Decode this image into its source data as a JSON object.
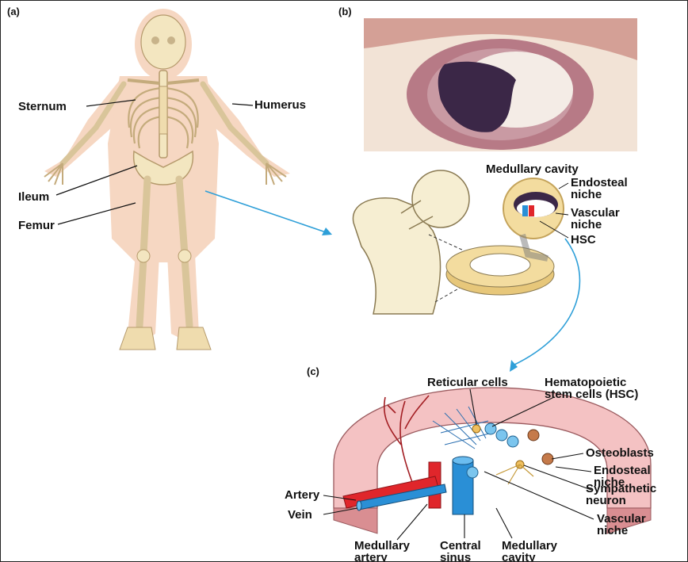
{
  "panels": {
    "a": "(a)",
    "b": "(b)",
    "c": "(c)"
  },
  "skeleton_labels": {
    "sternum": "Sternum",
    "humerus": "Humerus",
    "ileum": "Ileum",
    "femur": "Femur"
  },
  "bone_labels": {
    "medullary_cavity": "Medullary cavity",
    "endosteal_niche": "Endosteal\nniche",
    "vascular_niche": "Vascular\nniche",
    "hsc": "HSC"
  },
  "niche_labels": {
    "reticular_cells": "Reticular cells",
    "hsc_full": "Hematopoietic\nstem cells (HSC)",
    "osteoblasts": "Osteoblasts",
    "endosteal_niche": "Endosteal\nniche",
    "sympathetic_neuron": "Sympathetic\nneuron",
    "vascular_niche": "Vascular\nniche",
    "artery": "Artery",
    "vein": "Vein",
    "medullary_artery": "Medullary\nartery",
    "central_sinus": "Central\nsinus",
    "medullary_cavity": "Medullary\ncavity"
  },
  "colors": {
    "bone": "#f3e6c0",
    "skin": "#f6d7c2",
    "histology_tissue": "#b77a86",
    "marrow": "#3b2747",
    "artery": "#e0262b",
    "vein": "#2a8fd6",
    "ring": "#f4c2c3",
    "arrow": "#2e9fd8"
  }
}
